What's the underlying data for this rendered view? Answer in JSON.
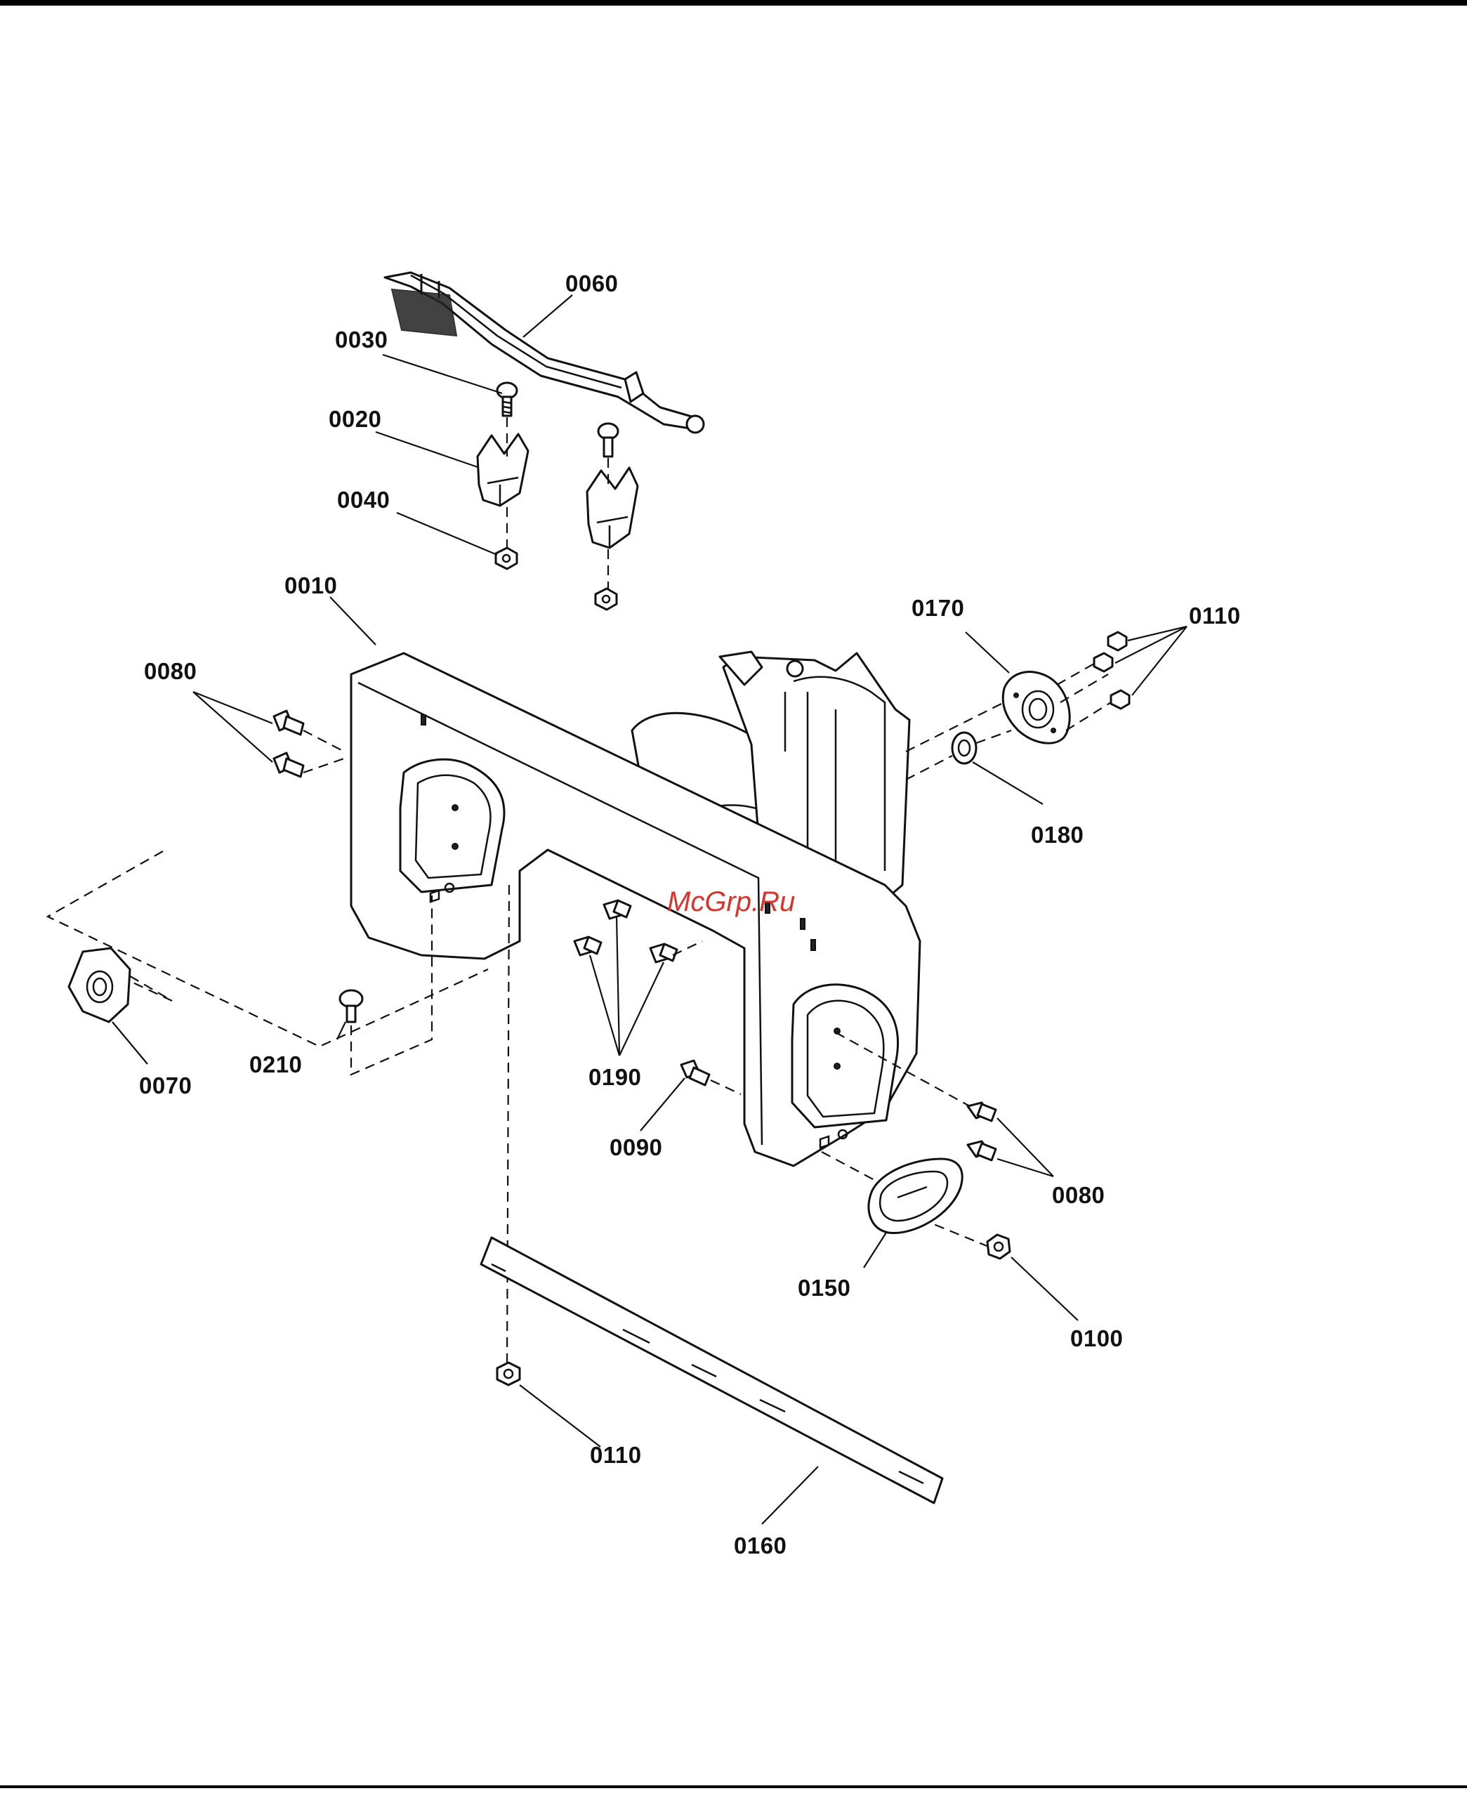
{
  "watermark": "McGrp.Ru",
  "part_labels": {
    "p0060": "0060",
    "p0030": "0030",
    "p0020": "0020",
    "p0040": "0040",
    "p0010": "0010",
    "p0080a": "0080",
    "p0170": "0170",
    "p0110a": "0110",
    "p0180": "0180",
    "p0070": "0070",
    "p0210": "0210",
    "p0190": "0190",
    "p0090": "0090",
    "p0080b": "0080",
    "p0150": "0150",
    "p0100": "0100",
    "p0110b": "0110",
    "p0160": "0160"
  }
}
